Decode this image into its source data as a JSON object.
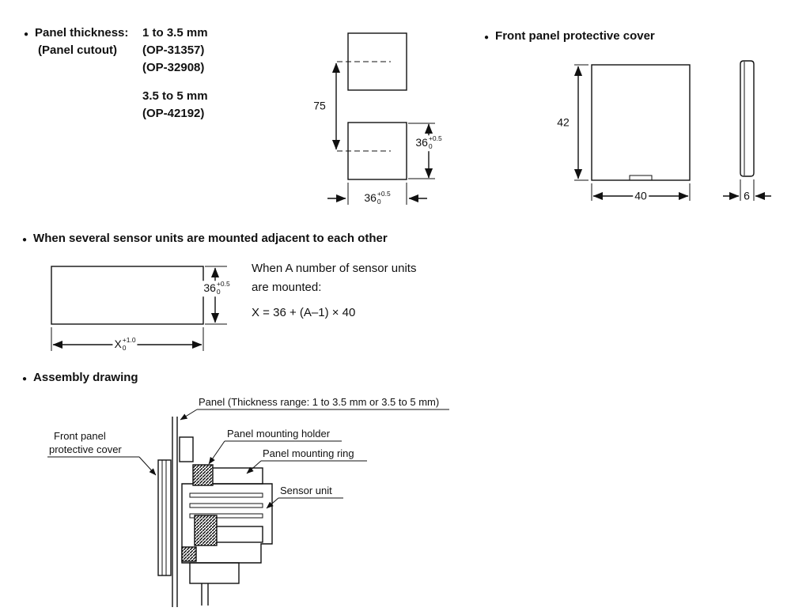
{
  "ui": {
    "bullet": "●"
  },
  "sections": {
    "panel_thickness": {
      "heading": "Panel thickness:",
      "subheading": "(Panel cutout)",
      "range1": "1 to 3.5 mm",
      "part1": "(OP-31357)",
      "part2": "(OP-32908)",
      "range2": "3.5 to 5 mm",
      "part3": "(OP-42192)"
    },
    "front_cover": {
      "heading": "Front panel protective cover"
    },
    "adjacent": {
      "heading": "When several sensor units are mounted adjacent to each other",
      "note1": "When A number of sensor units",
      "note2": "are mounted:",
      "formula": "X = 36 + (A–1) × 40"
    },
    "assembly": {
      "heading": "Assembly drawing",
      "labels": {
        "panel": "Panel (Thickness range: 1 to 3.5 mm or 3.5 to 5 mm)",
        "cover1": "Front panel",
        "cover2": "protective cover",
        "holder": "Panel mounting holder",
        "ring": "Panel mounting ring",
        "sensor": "Sensor unit"
      }
    }
  },
  "dims": {
    "d75": "75",
    "d42": "42",
    "d40": "40",
    "d6": "6",
    "d36": {
      "base": "36",
      "tol_top": "+0.5",
      "tol_bot": "0"
    },
    "dX": {
      "base": "X",
      "tol_top": "+1.0",
      "tol_bot": "0"
    }
  }
}
